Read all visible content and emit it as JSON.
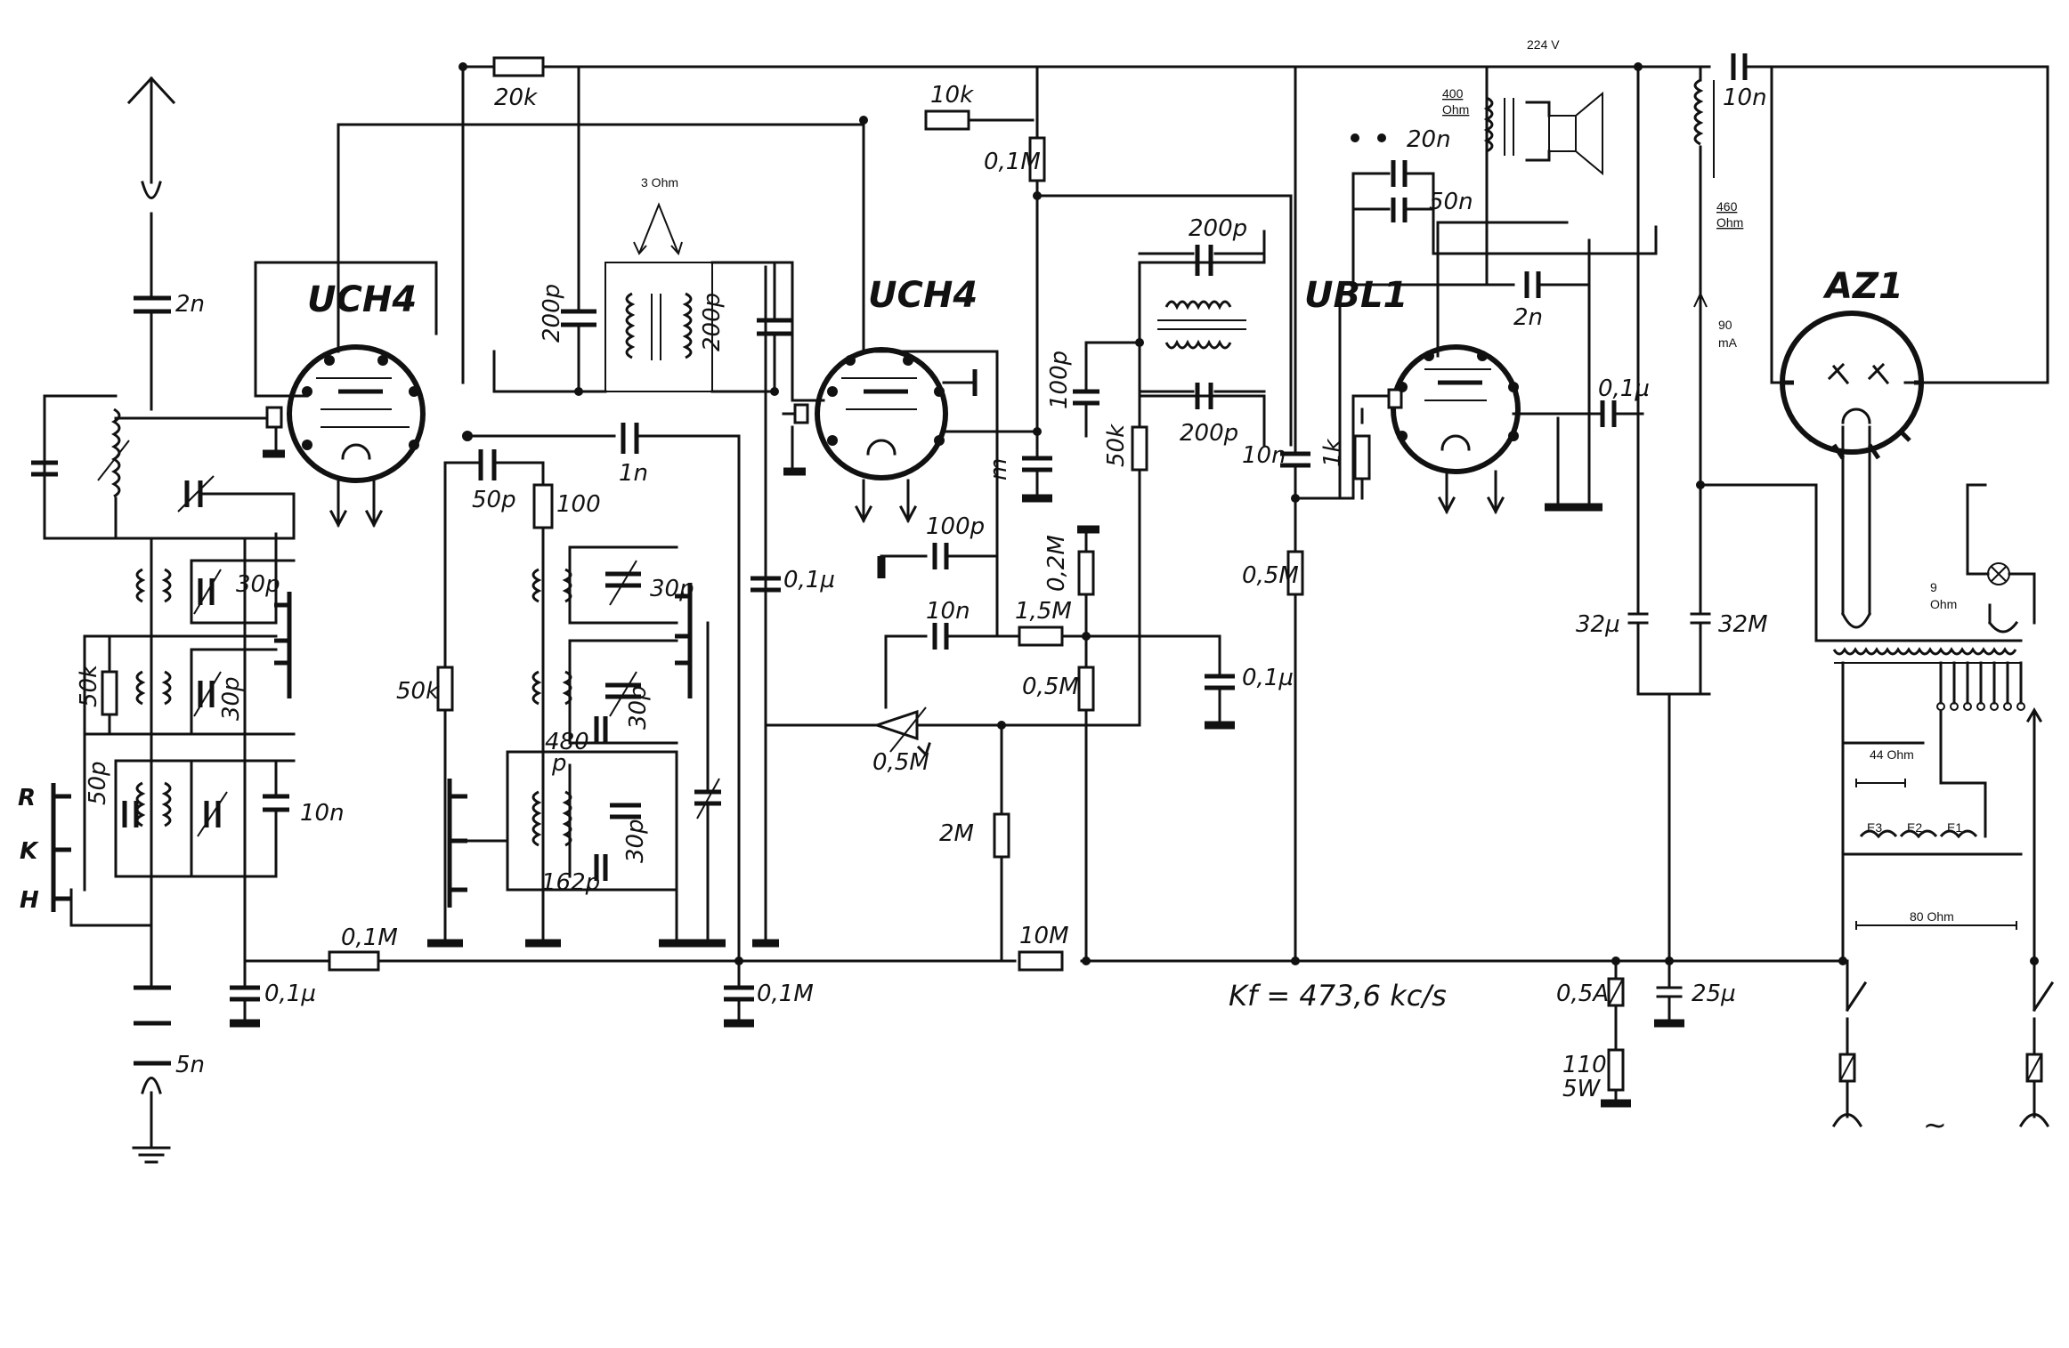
{
  "tubes": {
    "v1": "UCH4",
    "v2": "UCH4",
    "v3": "UBL1",
    "v4": "AZ1"
  },
  "supply": {
    "voltage": "224 V",
    "current": "90",
    "current_unit": "mA",
    "tilde": "~"
  },
  "if_note": "Kf = 473,6 kc/s",
  "wavebands": [
    "R",
    "K",
    "H"
  ],
  "labels": {
    "c_2n_ant": "2n",
    "c_5n": "5n",
    "r_50k_a": "50k",
    "c_50p_a": "50p",
    "c_30p_a": "30p",
    "c_30p_b": "30p",
    "c_10n_a": "10n",
    "c_01u_a": "0,1µ",
    "r_01M_a": "0,1M",
    "r_20k": "20k",
    "r_10k": "10k",
    "r_01M_b": "0,1M",
    "ohm3": "3 Ohm",
    "c_200p_a": "200p",
    "c_200p_b": "200p",
    "c_50p_b": "50p",
    "r_100": "100",
    "c_1n": "1n",
    "r_50k_b": "50k",
    "c_30p_c": "30p",
    "c_30p_d": "30p",
    "c_480p": "480",
    "c_480p_unit": "p",
    "c_30p_e": "30p",
    "c_162p": "162p",
    "c_01u_b": "0,1µ",
    "c_01M": "0,1M",
    "c_200p_c": "200p",
    "c_200p_d": "200p",
    "c_100p_a": "100p",
    "r_50k_c": "50k",
    "c_m": "m",
    "c_100p_b": "100p",
    "r_02M": "0,2M",
    "c_10n_b": "10n",
    "r_15M": "1,5M",
    "r_05M_a": "0,5M",
    "pot_05M": "0,5M",
    "c_01u_c": "0,1µ",
    "r_2M": "2M",
    "r_10M": "10M",
    "ohm400": "400",
    "ohm400_u": "Ohm",
    "c_20n": "20n",
    "c_50n": "50n",
    "c_2n_b": "2n",
    "c_10n_c": "10n",
    "r_1k": "1k",
    "r_05M_b": "0,5M",
    "c_01u_d": "0,1µ",
    "c_10n_d": "10n",
    "ohm460": "460",
    "ohm460_u": "Ohm",
    "c_32u_a": "32µ",
    "c_32M": "32M",
    "fuse_05A": "0,5A",
    "r_110": "110",
    "r_5W": "5W",
    "c_25u": "25µ",
    "ohm9": "9",
    "ohm9_u": "Ohm",
    "ohm44": "44 Ohm",
    "e3": "E3",
    "e2": "E2",
    "e1": "E1",
    "ohm80": "80 Ohm"
  }
}
